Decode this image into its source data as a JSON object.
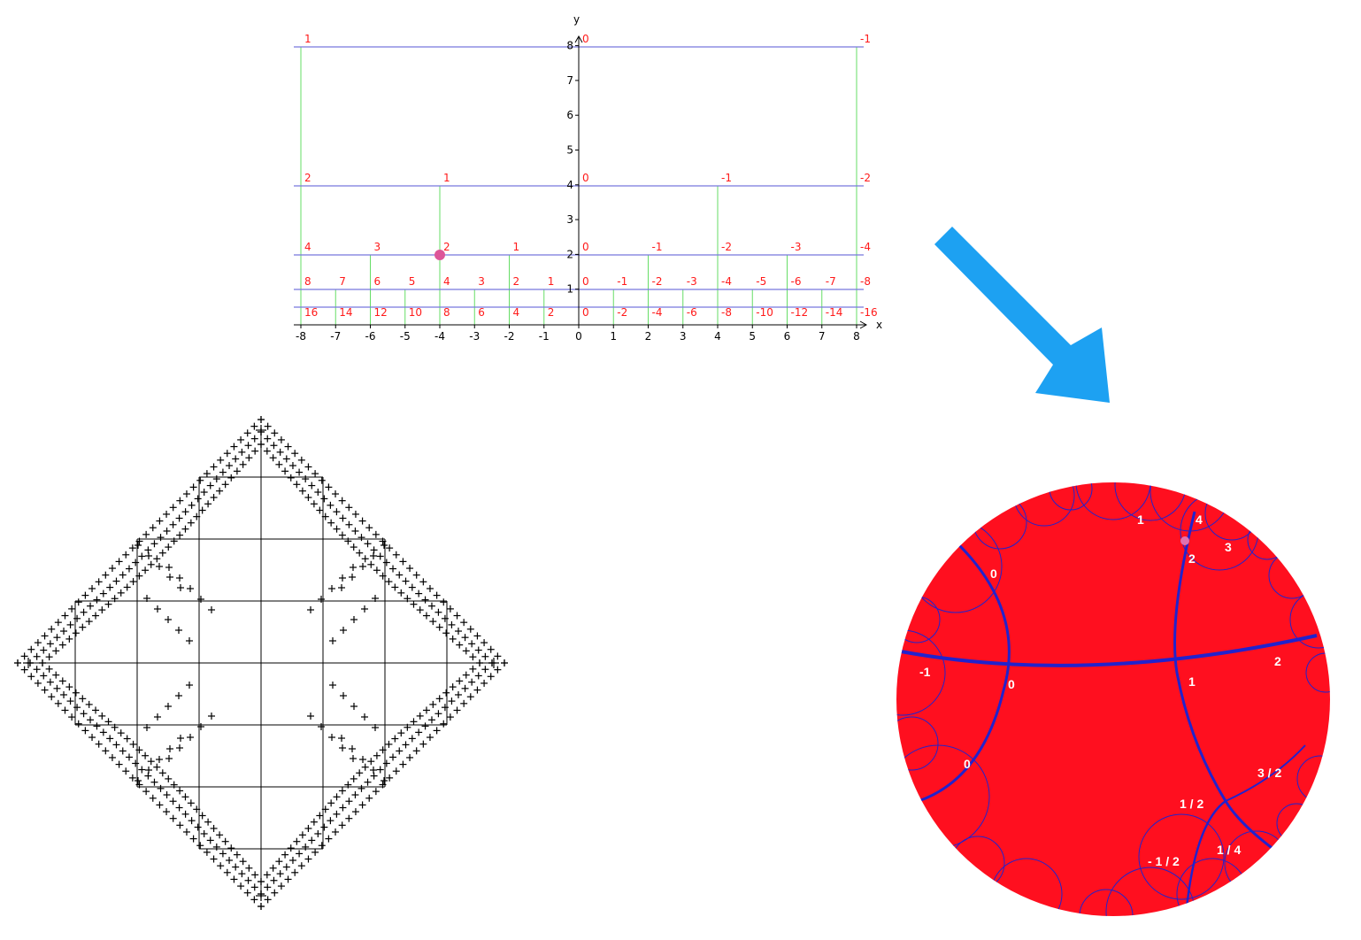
{
  "half_plane": {
    "x_axis_label": "x",
    "y_axis_label": "y",
    "x_ticks": [
      "-8",
      "-7",
      "-6",
      "-5",
      "-4",
      "-3",
      "-2",
      "-1",
      "0",
      "1",
      "2",
      "3",
      "4",
      "5",
      "6",
      "7",
      "8"
    ],
    "y_ticks": [
      "1",
      "2",
      "3",
      "4",
      "5",
      "6",
      "7",
      "8"
    ],
    "horizontal_levels": [
      0.5,
      1,
      2,
      4,
      8
    ],
    "rows": [
      {
        "y": 8,
        "labels": [
          {
            "x": -8,
            "t": "1"
          },
          {
            "x": 0,
            "t": "0"
          },
          {
            "x": 8,
            "t": "-1"
          }
        ]
      },
      {
        "y": 4,
        "labels": [
          {
            "x": -8,
            "t": "2"
          },
          {
            "x": -4,
            "t": "1"
          },
          {
            "x": 0,
            "t": "0"
          },
          {
            "x": 4,
            "t": "-1"
          },
          {
            "x": 8,
            "t": "-2"
          }
        ]
      },
      {
        "y": 2,
        "labels": [
          {
            "x": -8,
            "t": "4"
          },
          {
            "x": -6,
            "t": "3"
          },
          {
            "x": -4,
            "t": "2"
          },
          {
            "x": -2,
            "t": "1"
          },
          {
            "x": 0,
            "t": "0"
          },
          {
            "x": 2,
            "t": "-1"
          },
          {
            "x": 4,
            "t": "-2"
          },
          {
            "x": 6,
            "t": "-3"
          },
          {
            "x": 8,
            "t": "-4"
          }
        ]
      },
      {
        "y": 1,
        "labels": [
          {
            "x": -8,
            "t": "8"
          },
          {
            "x": -7,
            "t": "7"
          },
          {
            "x": -6,
            "t": "6"
          },
          {
            "x": -5,
            "t": "5"
          },
          {
            "x": -4,
            "t": "4"
          },
          {
            "x": -3,
            "t": "3"
          },
          {
            "x": -2,
            "t": "2"
          },
          {
            "x": -1,
            "t": "1"
          },
          {
            "x": 0,
            "t": "0"
          },
          {
            "x": 1,
            "t": "-1"
          },
          {
            "x": 2,
            "t": "-2"
          },
          {
            "x": 3,
            "t": "-3"
          },
          {
            "x": 4,
            "t": "-4"
          },
          {
            "x": 5,
            "t": "-5"
          },
          {
            "x": 6,
            "t": "-6"
          },
          {
            "x": 7,
            "t": "-7"
          },
          {
            "x": 8,
            "t": "-8"
          }
        ]
      },
      {
        "y": 0.5,
        "labels": [
          {
            "x": -8,
            "t": "16"
          },
          {
            "x": -7,
            "t": "14"
          },
          {
            "x": -6,
            "t": "12"
          },
          {
            "x": -5,
            "t": "10"
          },
          {
            "x": -4,
            "t": "8"
          },
          {
            "x": -3,
            "t": "6"
          },
          {
            "x": -2,
            "t": "4"
          },
          {
            "x": -1,
            "t": "2"
          },
          {
            "x": 0,
            "t": "0"
          },
          {
            "x": 1,
            "t": "-2"
          },
          {
            "x": 2,
            "t": "-4"
          },
          {
            "x": 3,
            "t": "-6"
          },
          {
            "x": 4,
            "t": "-8"
          },
          {
            "x": 5,
            "t": "-10"
          },
          {
            "x": 6,
            "t": "-12"
          },
          {
            "x": 7,
            "t": "-14"
          },
          {
            "x": 8,
            "t": "-16"
          }
        ]
      }
    ],
    "highlight_point": {
      "x": -4,
      "y": 2
    },
    "colors": {
      "horizontal": "#7777dd",
      "vertical": "#66dd66",
      "labels": "#ff1a1a",
      "point": "#dd5599"
    }
  },
  "arrow": {
    "color": "#1da1f2",
    "direction": "down-right"
  },
  "disk": {
    "fill": "#ff0f1f",
    "geodesic_color": "#2222cc",
    "labels": [
      "1",
      "4",
      "3",
      "2",
      "0",
      "-1",
      "0",
      "1",
      "2",
      "0",
      "3 / 2",
      "1 / 2",
      "1 / 4",
      "- 1 / 2"
    ],
    "point_color": "#e070b0"
  },
  "fractal": {
    "color": "#000000",
    "shape": "diamond-tree"
  }
}
